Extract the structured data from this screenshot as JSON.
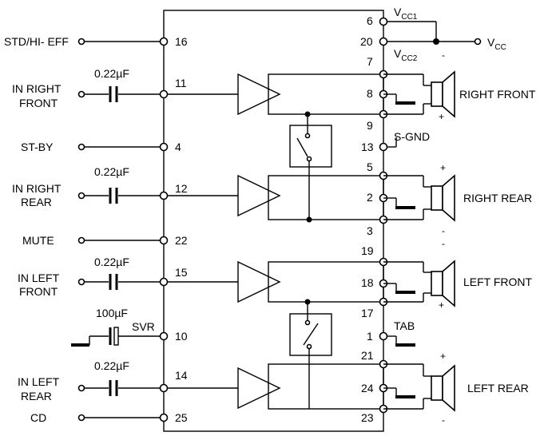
{
  "pins": {
    "std": "16",
    "in_rf": "11",
    "stby": "4",
    "in_rr": "12",
    "mute": "22",
    "in_lf": "15",
    "svr": "10",
    "in_lr": "14",
    "cd": "25",
    "vcc1": "6",
    "vcc_out": "20",
    "vcc2": "7",
    "rf_out_a": "8",
    "rf_out_b": "9",
    "sgnd": "13",
    "rr_out_a": "5",
    "rr_out_b": "2",
    "rr_out_c": "3",
    "lf_out_a": "19",
    "lf_out_b": "18",
    "lf_out_c": "17",
    "tab": "1",
    "lr_out_a": "21",
    "lr_out_b": "24",
    "lr_out_c": "23"
  },
  "labels": {
    "std_hi_eff": "STD/HI- EFF",
    "in_right_front_1": "IN RIGHT",
    "in_right_front_2": "FRONT",
    "st_by": "ST-BY",
    "in_right_rear_1": "IN RIGHT",
    "in_right_rear_2": "REAR",
    "mute": "MUTE",
    "in_left_front_1": "IN LEFT",
    "in_left_front_2": "FRONT",
    "svr": "SVR",
    "in_left_rear_1": "IN LEFT",
    "in_left_rear_2": "REAR",
    "cd": "CD",
    "cap_small": "0.22µF",
    "cap_svr": "100µF",
    "vcc1_main": "V",
    "vcc1_sub": "CC1",
    "vcc2_main": "V",
    "vcc2_sub": "CC2",
    "vcc_main": "V",
    "vcc_sub": "CC",
    "s_gnd": "S-GND",
    "tab": "TAB",
    "right_front": "RIGHT FRONT",
    "right_rear": "RIGHT REAR",
    "left_front": "LEFT FRONT",
    "left_rear": "LEFT REAR",
    "plus": "+",
    "minus": "-"
  }
}
